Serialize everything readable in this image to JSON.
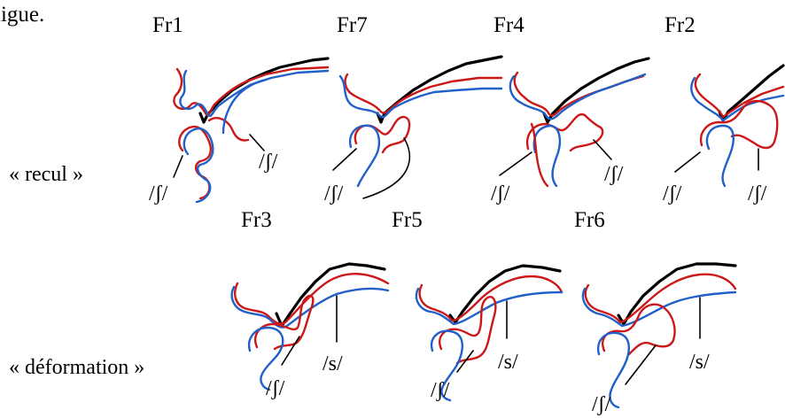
{
  "header_fragment": "ligue.",
  "categories": {
    "recul": "« recul »",
    "deformation": "« déformation »"
  },
  "panels": [
    {
      "id": "Fr1",
      "title": "Fr1",
      "label_a": "/ʃ/",
      "label_b": "/ʃ/"
    },
    {
      "id": "Fr7",
      "title": "Fr7",
      "label_a": "/ʃ/"
    },
    {
      "id": "Fr4",
      "title": "Fr4",
      "label_a": "/ʃ/",
      "label_b": "/ʃ/"
    },
    {
      "id": "Fr2",
      "title": "Fr2",
      "label_a": "/ʃ/",
      "label_b": "/ʃ/"
    },
    {
      "id": "Fr3",
      "title": "Fr3",
      "label_a": "/ʃ/",
      "label_b": "/s/"
    },
    {
      "id": "Fr5",
      "title": "Fr5",
      "label_a": "/ʃ/",
      "label_b": "/s/"
    },
    {
      "id": "Fr6",
      "title": "Fr6",
      "label_a": "/ʃ/",
      "label_b": "/s/"
    }
  ],
  "colors": {
    "palate": "#000000",
    "contour_red": "#cc1818",
    "contour_blue": "#2060c8"
  }
}
